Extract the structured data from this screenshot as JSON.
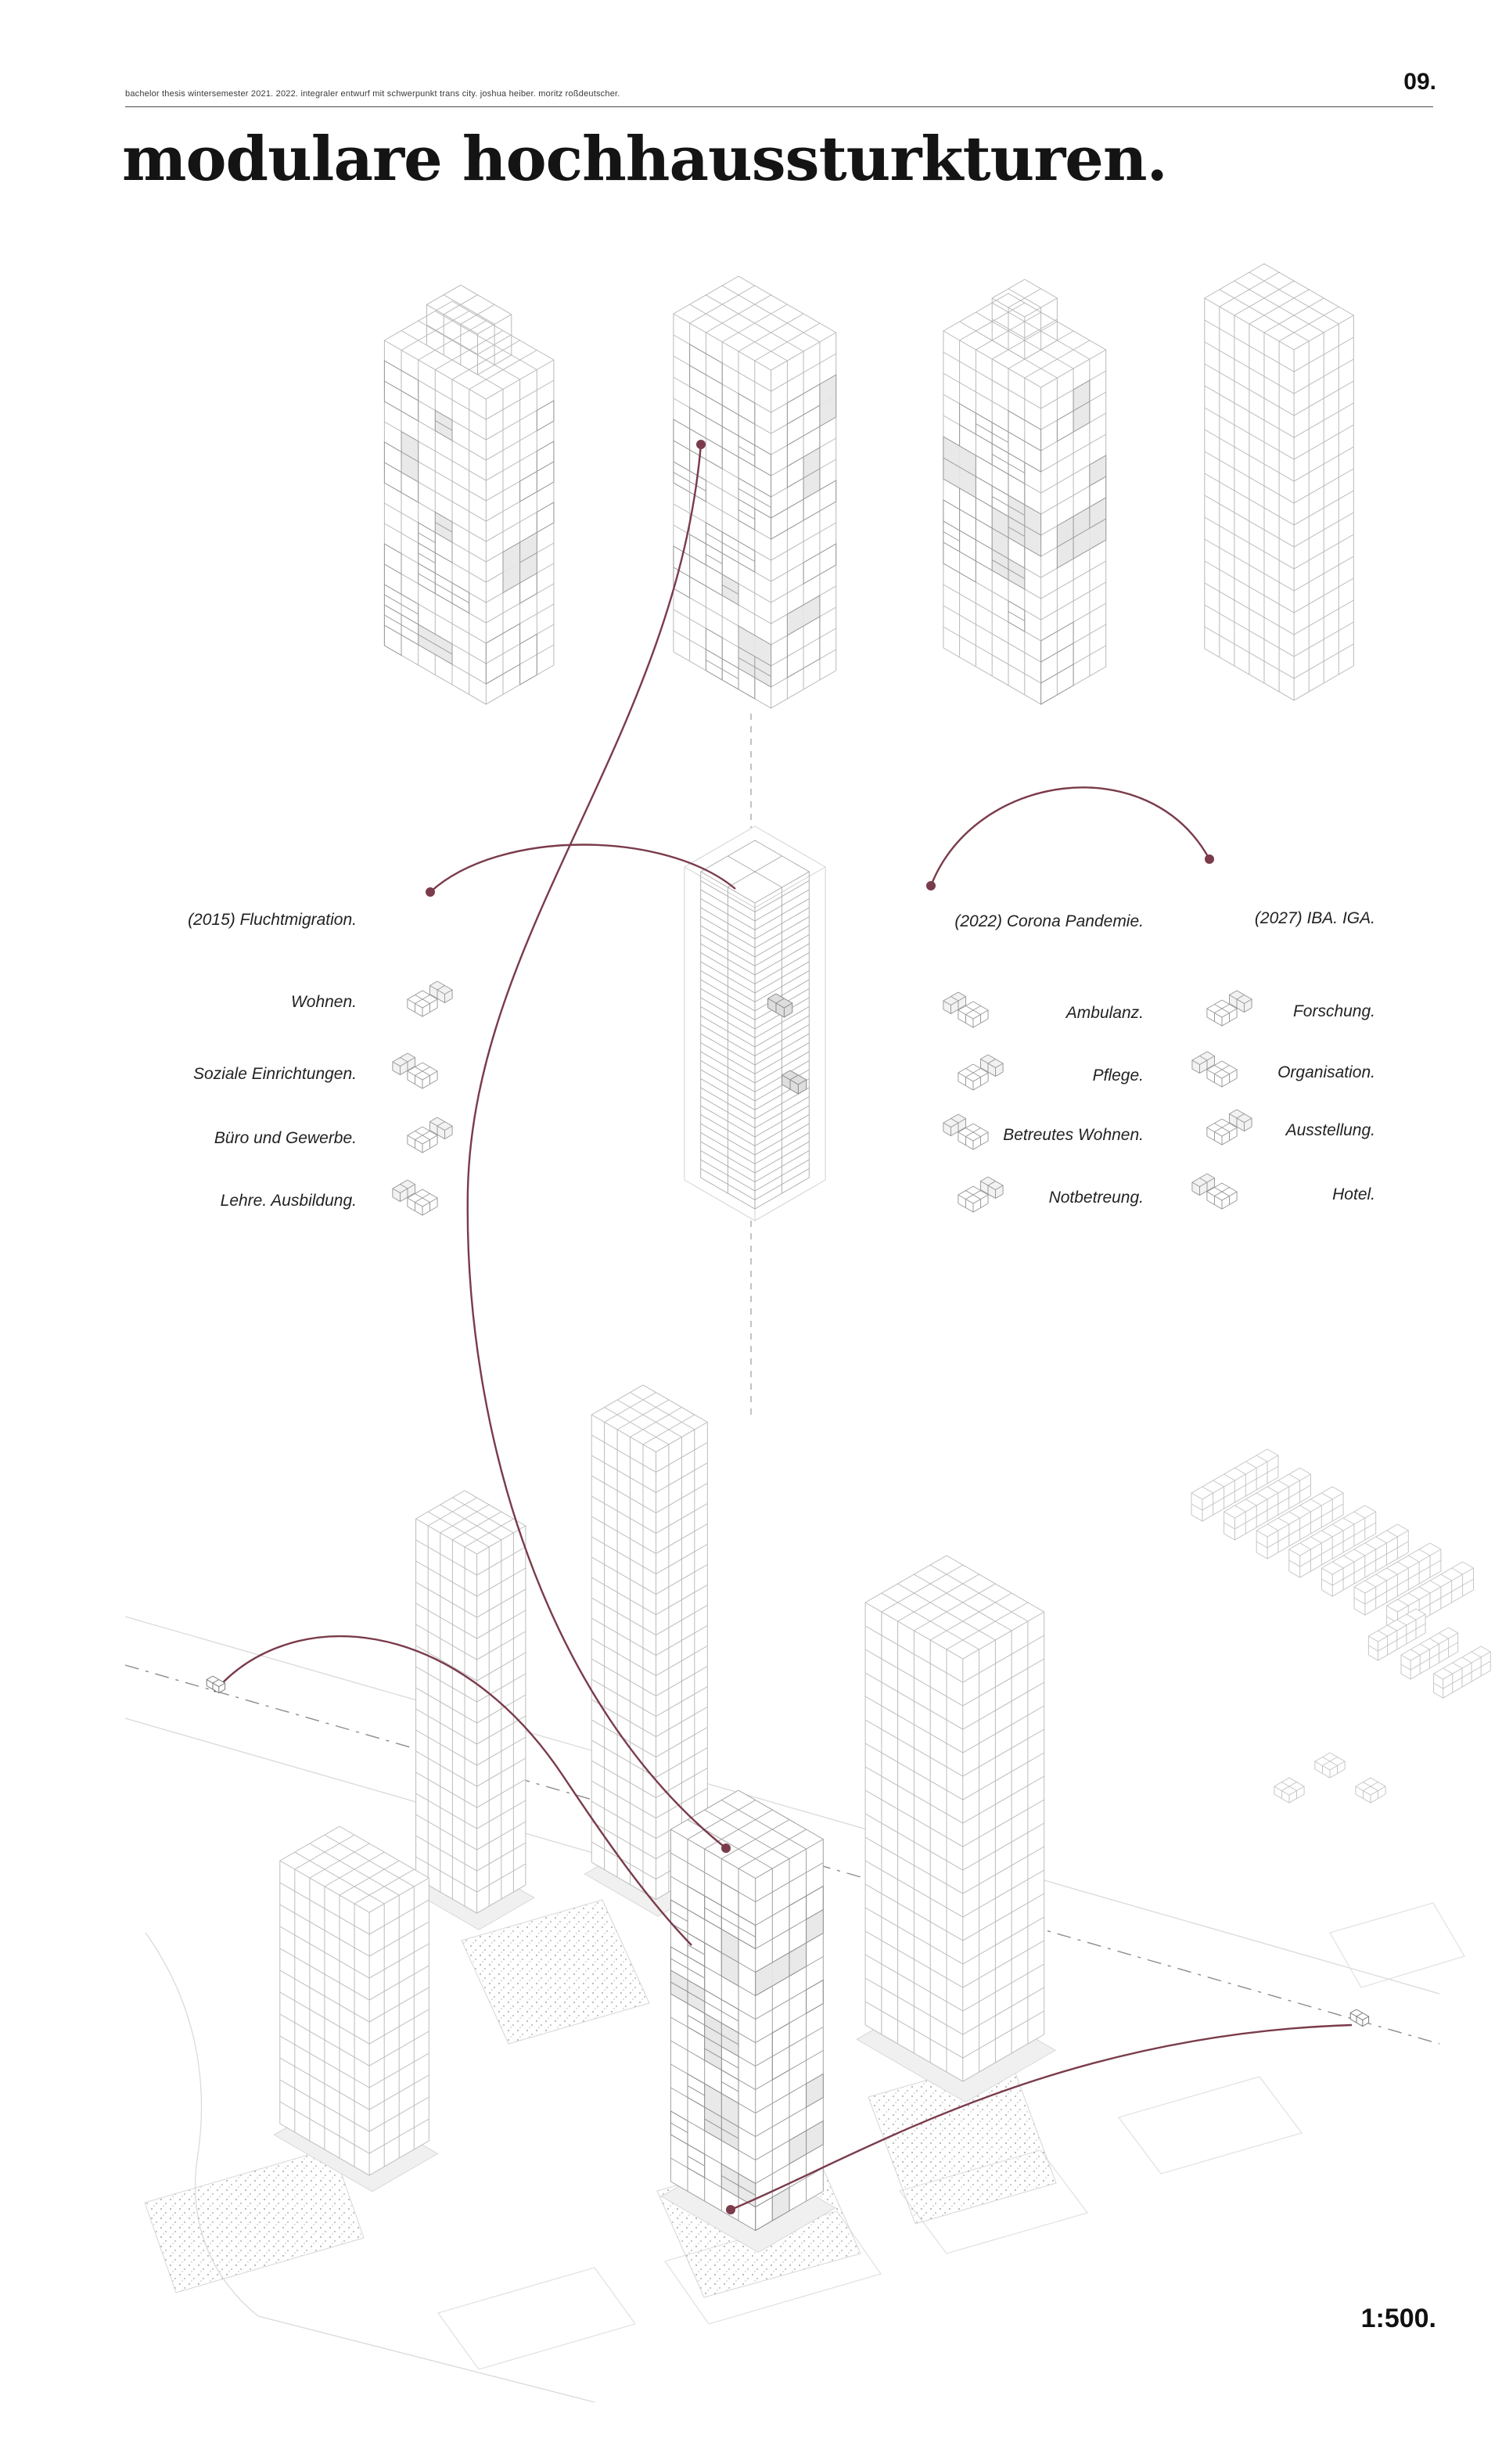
{
  "page": {
    "number": "09.",
    "header_line": "bachelor thesis wintersemester 2021. 2022. integraler entwurf mit schwerpunkt trans city. joshua heiber. moritz roßdeutscher.",
    "title": "modulare hochhaussturkturen.",
    "scale_label": "1:500."
  },
  "legend": {
    "groups": [
      {
        "heading": "(2015) Fluchtmigration.",
        "items": [
          {
            "label": "Wohnen."
          },
          {
            "label": "Soziale Einrichtungen."
          },
          {
            "label": "Büro und Gewerbe."
          },
          {
            "label": "Lehre. Ausbildung."
          }
        ]
      },
      {
        "heading": "(2022) Corona Pandemie.",
        "items": [
          {
            "label": "Ambulanz."
          },
          {
            "label": "Pflege."
          },
          {
            "label": "Betreutes Wohnen."
          },
          {
            "label": "Notbetreung."
          }
        ]
      },
      {
        "heading": "(2027) IBA. IGA.",
        "items": [
          {
            "label": "Forschung."
          },
          {
            "label": "Organisation."
          },
          {
            "label": "Ausstellung."
          },
          {
            "label": "Hotel."
          }
        ]
      }
    ]
  },
  "colors": {
    "accent": "#7a3b4a",
    "line": "#b9b9b9",
    "line_dark": "#8f8f8f",
    "text": "#111111"
  }
}
